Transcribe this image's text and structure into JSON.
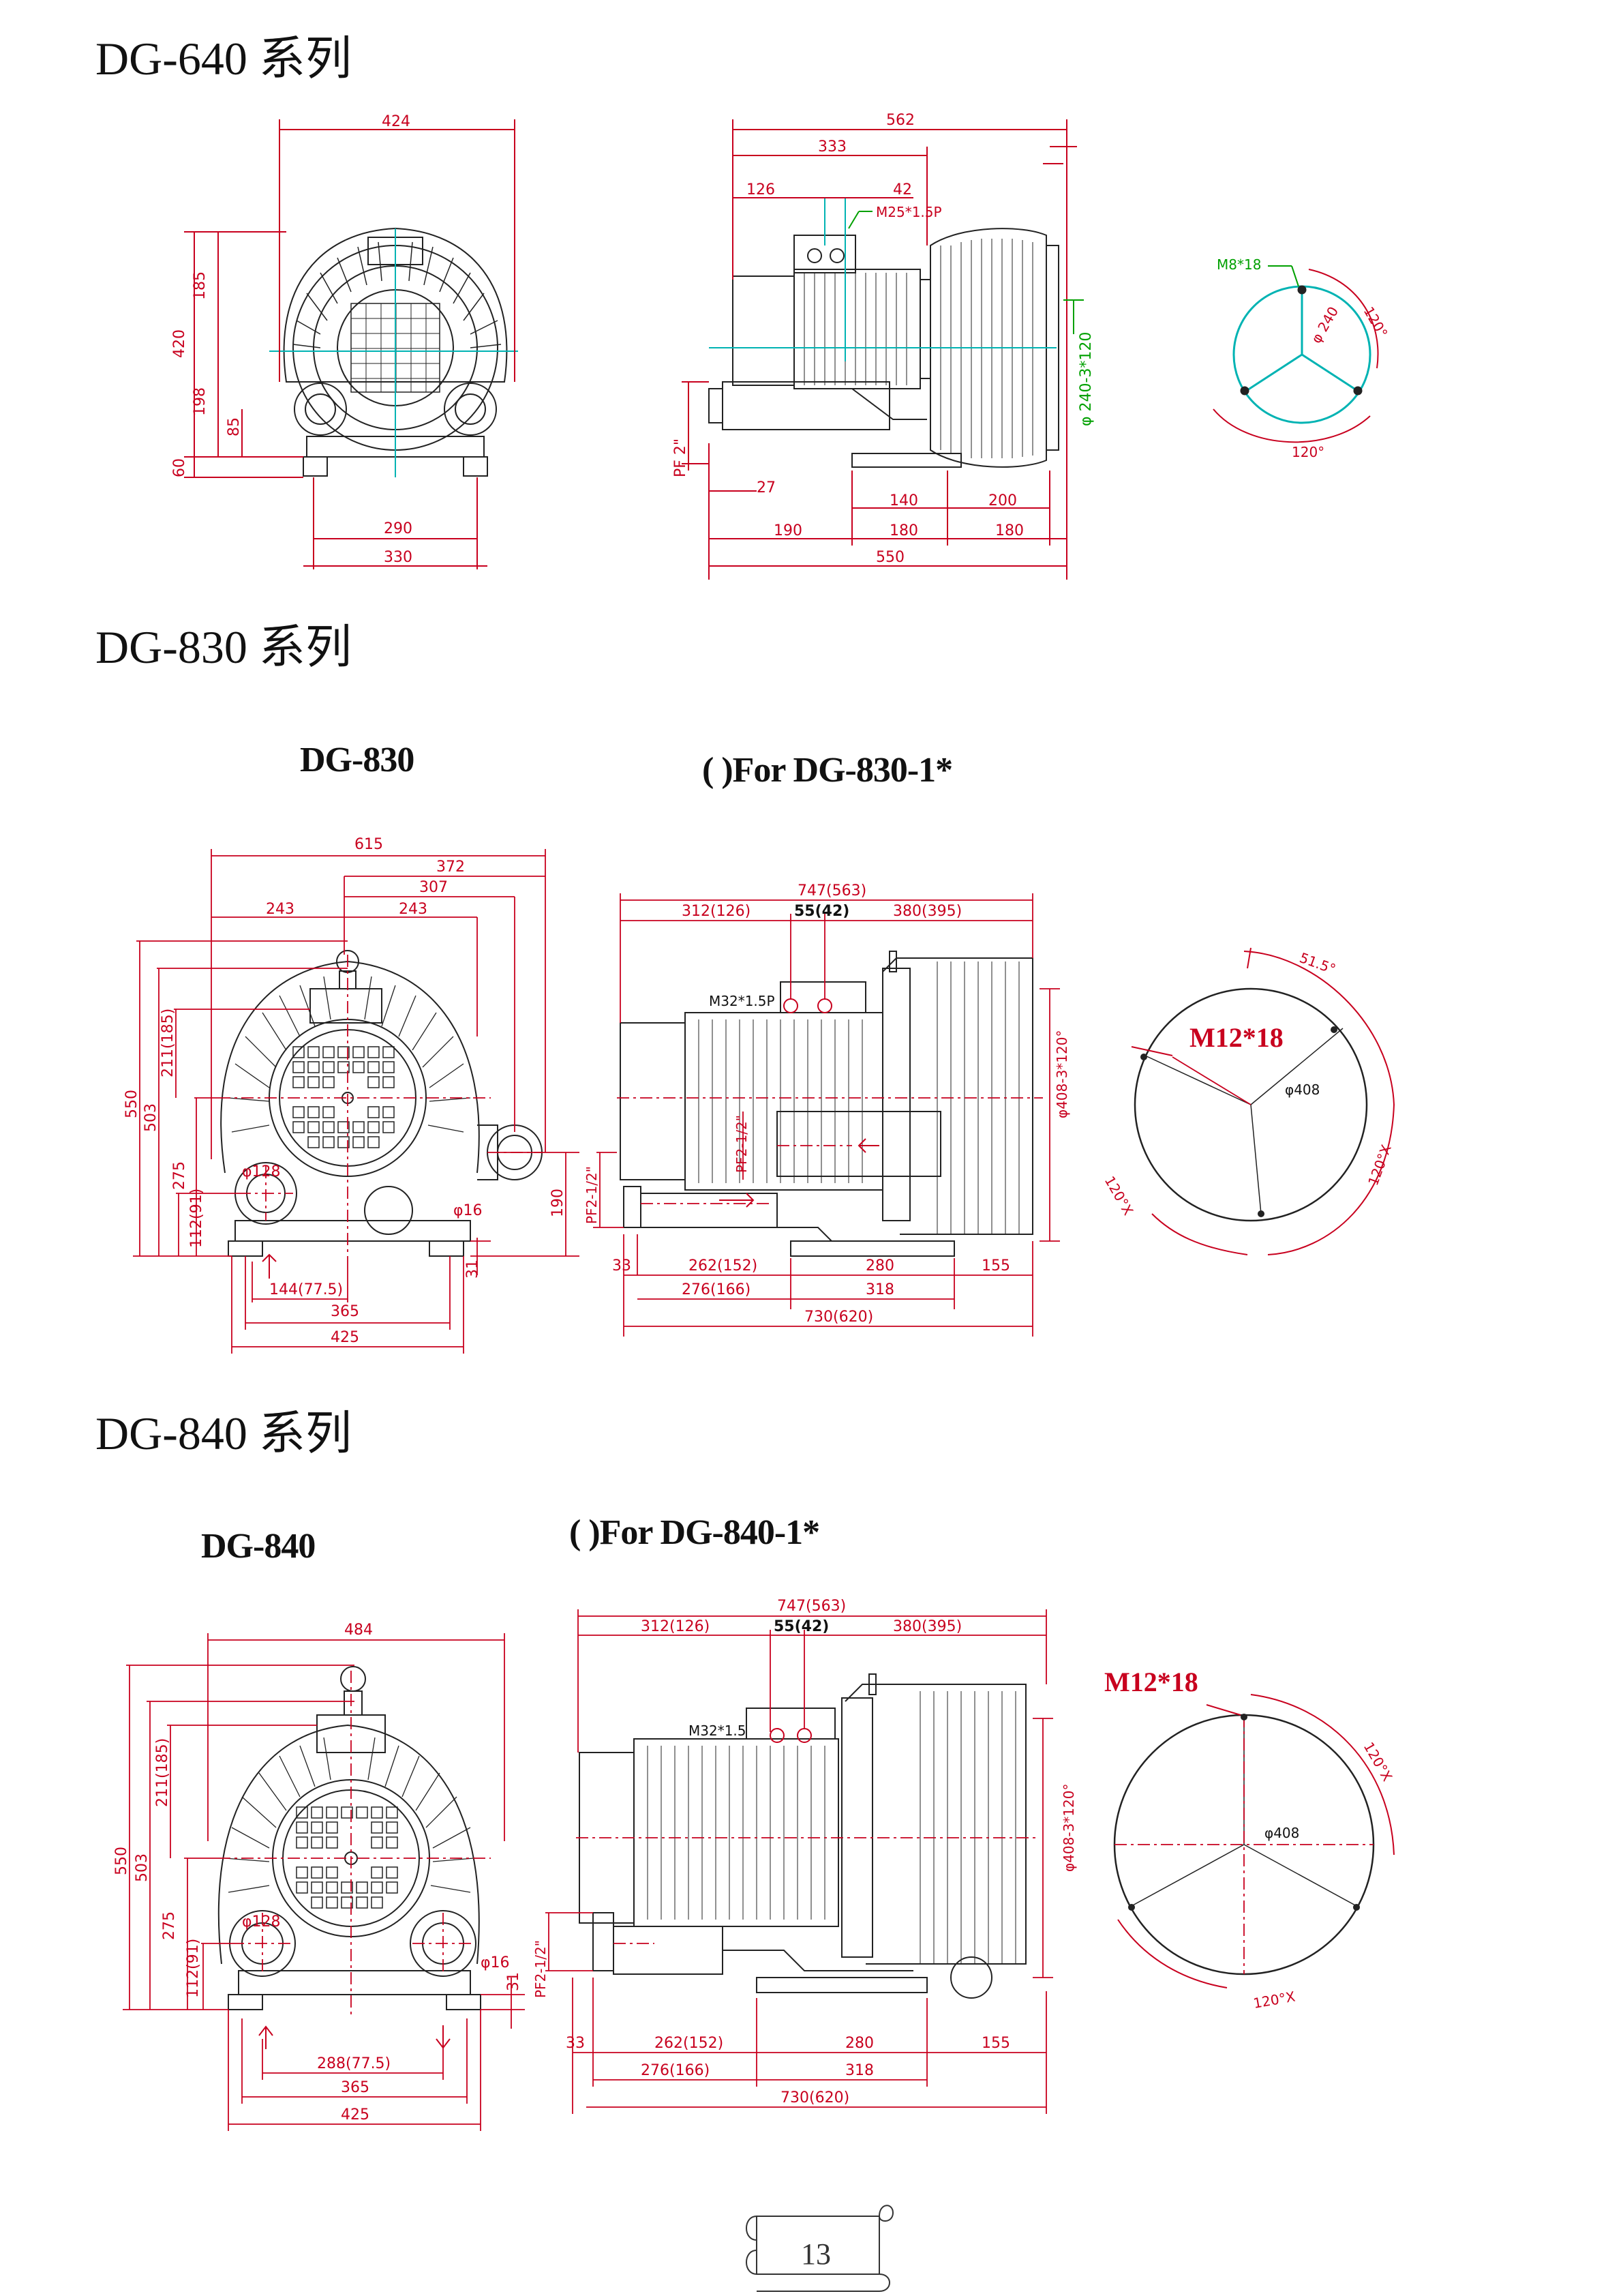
{
  "sections": [
    {
      "title": "DG-640 系列"
    },
    {
      "title": "DG-830 系列",
      "left_label": "DG-830",
      "right_label": "( )For DG-830-1*"
    },
    {
      "title": "DG-840 系列",
      "left_label": "DG-840",
      "right_label": "( )For DG-840-1*"
    }
  ],
  "dg640": {
    "front": {
      "w424": "424",
      "h420": "420",
      "h185": "185",
      "h198": "198",
      "h85": "85",
      "h60": "60",
      "w290": "290",
      "w330": "330"
    },
    "side": {
      "w562": "562",
      "w333": "333",
      "w126": "126",
      "w42": "42",
      "thread": "M25*1.5P",
      "pf": "PF 2\"",
      "w27": "27",
      "bolt": "φ 240-3*120",
      "w190": "190",
      "w140": "140",
      "w180a": "180",
      "w200": "200",
      "w180b": "180",
      "w550": "550"
    },
    "flange": {
      "thread": "M8*18",
      "dia": "φ 240",
      "ang1": "120°",
      "ang2": "120°"
    }
  },
  "dg830": {
    "front": {
      "w615": "615",
      "w372": "372",
      "w307": "307",
      "w243a": "243",
      "w243b": "243",
      "h550": "550",
      "h503": "503",
      "h211": "211(185)",
      "h275": "275",
      "h112": "112(91)",
      "d128": "φ128",
      "d16": "φ16",
      "h190": "190",
      "h31": "31",
      "w144": "144(77.5)",
      "w365": "365",
      "w425": "425"
    },
    "side": {
      "w747": "747(563)",
      "w312": "312(126)",
      "w55": "55(42)",
      "w380": "380(395)",
      "thread": "M32*1.5P",
      "pf": "PF2-1/2\"",
      "pf2": "PF2-1/2\"",
      "bolt": "φ408-3*120°",
      "w33": "33",
      "w262": "262(152)",
      "w280": "280",
      "w155": "155",
      "w276": "276(166)",
      "w318": "318",
      "w730": "730(620)"
    },
    "flange": {
      "thread": "M12*18",
      "ang": "51.5°",
      "dia": "φ408",
      "a1": "120°X",
      "a2": "120°X"
    }
  },
  "dg840": {
    "front": {
      "w484": "484",
      "h550": "550",
      "h503": "503",
      "h211": "211(185)",
      "h275": "275",
      "h112": "112(91)",
      "d128": "φ128",
      "d16": "φ16",
      "h31": "31",
      "w288": "288(77.5)",
      "w365": "365",
      "w425": "425"
    },
    "side": {
      "w747": "747(563)",
      "w312": "312(126)",
      "w55": "55(42)",
      "w380": "380(395)",
      "thread": "M32*1.5",
      "pf": "PF2-1/2\"",
      "bolt": "φ408-3*120°",
      "w33": "33",
      "w262": "262(152)",
      "w280": "280",
      "w155": "155",
      "w276": "276(166)",
      "w318": "318",
      "w730": "730(620)"
    },
    "flange": {
      "thread": "M12*18",
      "dia": "φ408",
      "a1": "120°X",
      "a2": "120°X"
    }
  },
  "page_number": "13"
}
